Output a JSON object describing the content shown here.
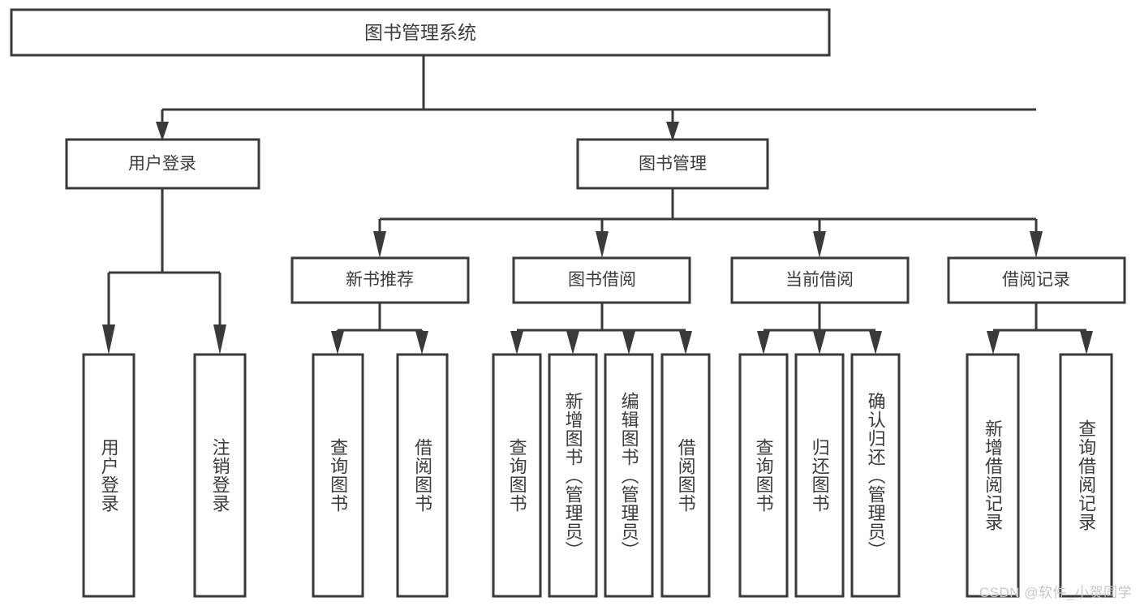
{
  "diagram": {
    "title_node": {
      "label": "图书管理系统"
    },
    "level2": [
      {
        "id": "user-login",
        "label": "用户登录"
      },
      {
        "id": "book-management",
        "label": "图书管理"
      }
    ],
    "level3": [
      {
        "id": "new-book-recommend",
        "label": "新书推荐"
      },
      {
        "id": "book-borrow",
        "label": "图书借阅"
      },
      {
        "id": "current-borrow",
        "label": "当前借阅"
      },
      {
        "id": "borrow-record",
        "label": "借阅记录"
      }
    ],
    "leaves": [
      {
        "id": "leaf-user-login",
        "label": "用户登录",
        "parent": "user-login"
      },
      {
        "id": "leaf-logout-login",
        "label": "注销登录",
        "parent": "user-login"
      },
      {
        "id": "leaf-query-book-1",
        "label": "查询图书",
        "parent": "new-book-recommend"
      },
      {
        "id": "leaf-borrow-book-1",
        "label": "借阅图书",
        "parent": "new-book-recommend"
      },
      {
        "id": "leaf-query-book-2",
        "label": "查询图书",
        "parent": "book-borrow"
      },
      {
        "id": "leaf-add-book",
        "label": "新增图书（管理员）",
        "parent": "book-borrow"
      },
      {
        "id": "leaf-edit-book",
        "label": "编辑图书（管理员）",
        "parent": "book-borrow"
      },
      {
        "id": "leaf-borrow-book-2",
        "label": "借阅图书",
        "parent": "book-borrow"
      },
      {
        "id": "leaf-query-book-3",
        "label": "查询图书",
        "parent": "current-borrow"
      },
      {
        "id": "leaf-return-book",
        "label": "归还图书",
        "parent": "current-borrow"
      },
      {
        "id": "leaf-confirm-return",
        "label": "确认归还（管理员）",
        "parent": "current-borrow"
      },
      {
        "id": "leaf-add-borrow-record",
        "label": "新增借阅记录",
        "parent": "borrow-record"
      },
      {
        "id": "leaf-query-borrow-record",
        "label": "查询借阅记录",
        "parent": "borrow-record"
      }
    ],
    "colors": {
      "stroke": "#3a3a3a",
      "box_fill": "#ffffff",
      "text": "#3c3c3c",
      "watermark": "#c8c8c8",
      "background": "#ffffff"
    }
  },
  "watermark": {
    "text": "CSDN @软件_小贺同学"
  }
}
